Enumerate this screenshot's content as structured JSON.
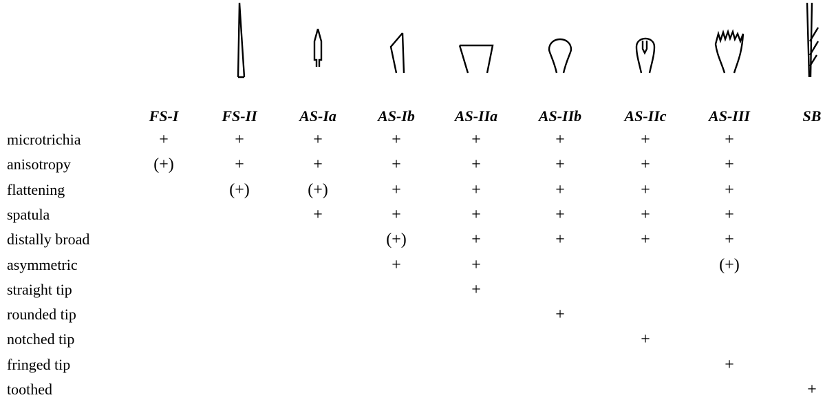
{
  "columns": [
    {
      "label": "FS-I",
      "icon": "no-icon"
    },
    {
      "label": "FS-II",
      "icon": "needle-spine-icon"
    },
    {
      "label": "AS-Ia",
      "icon": "narrow-spatula-icon"
    },
    {
      "label": "AS-Ib",
      "icon": "asymmetric-spatula-icon"
    },
    {
      "label": "AS-IIa",
      "icon": "straight-tip-spatula-icon"
    },
    {
      "label": "AS-IIb",
      "icon": "rounded-tip-spatula-icon"
    },
    {
      "label": "AS-IIc",
      "icon": "notched-tip-spatula-icon"
    },
    {
      "label": "AS-III",
      "icon": "fringed-tip-spatula-icon"
    },
    {
      "label": "SB",
      "icon": "toothed-bristle-icon"
    }
  ],
  "rows": [
    {
      "label": "microtrichia",
      "cells": [
        "+",
        "+",
        "+",
        "+",
        "+",
        "+",
        "+",
        "+",
        ""
      ]
    },
    {
      "label": "anisotropy",
      "cells": [
        "(+)",
        "+",
        "+",
        "+",
        "+",
        "+",
        "+",
        "+",
        ""
      ]
    },
    {
      "label": "flattening",
      "cells": [
        "",
        "(+)",
        "(+)",
        "+",
        "+",
        "+",
        "+",
        "+",
        ""
      ]
    },
    {
      "label": "spatula",
      "cells": [
        "",
        "",
        "+",
        "+",
        "+",
        "+",
        "+",
        "+",
        ""
      ]
    },
    {
      "label": "distally broad",
      "cells": [
        "",
        "",
        "",
        "(+)",
        "+",
        "+",
        "+",
        "+",
        ""
      ]
    },
    {
      "label": "asymmetric",
      "cells": [
        "",
        "",
        "",
        "+",
        "+",
        "",
        "",
        "(+)",
        ""
      ]
    },
    {
      "label": "straight tip",
      "cells": [
        "",
        "",
        "",
        "",
        "+",
        "",
        "",
        "",
        ""
      ]
    },
    {
      "label": "rounded tip",
      "cells": [
        "",
        "",
        "",
        "",
        "",
        "+",
        "",
        "",
        ""
      ]
    },
    {
      "label": "notched tip",
      "cells": [
        "",
        "",
        "",
        "",
        "",
        "",
        "+",
        "",
        ""
      ]
    },
    {
      "label": "fringed tip",
      "cells": [
        "",
        "",
        "",
        "",
        "",
        "",
        "",
        "+",
        ""
      ]
    },
    {
      "label": "toothed",
      "cells": [
        "",
        "",
        "",
        "",
        "",
        "",
        "",
        "",
        "+"
      ]
    }
  ]
}
